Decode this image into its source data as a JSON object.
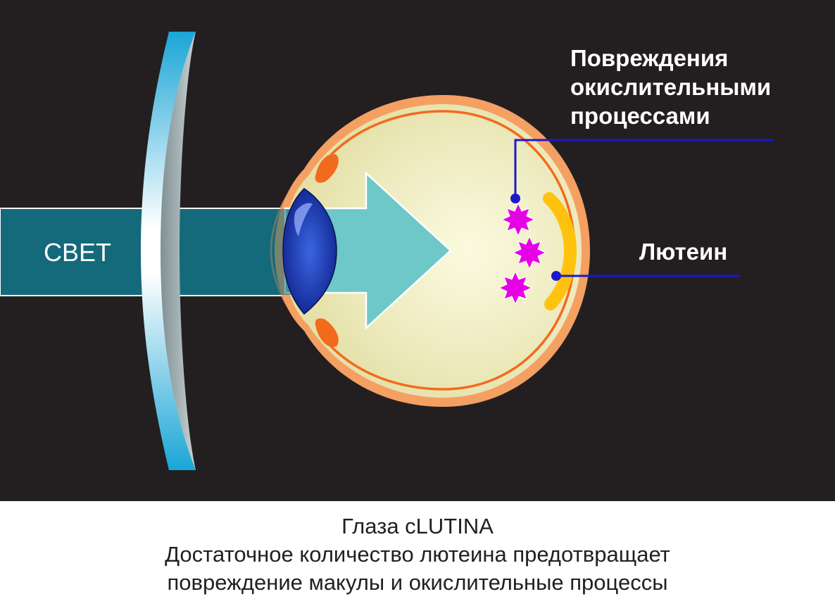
{
  "diagram": {
    "light_label": "СВЕТ",
    "damage_label": "Повреждения\nокислительными\nпроцессами",
    "lutein_label": "Лютеин"
  },
  "caption": {
    "line1": "Глаза cLUTINA",
    "line2": "Достаточное количество лютеина предотвращает",
    "line3": "повреждение макулы и окислительные процессы"
  },
  "colors": {
    "background": "#231f20",
    "light_beam": "#14697a",
    "arrow": "#6ec8c8",
    "eyeball": "#eeebc0",
    "sclera": "#f4a062",
    "retina": "#f26b1d",
    "lens": "#1a36a8",
    "lutein": "#ffc20e",
    "damage": "#e600e6",
    "pointer": "#1a1acc"
  }
}
